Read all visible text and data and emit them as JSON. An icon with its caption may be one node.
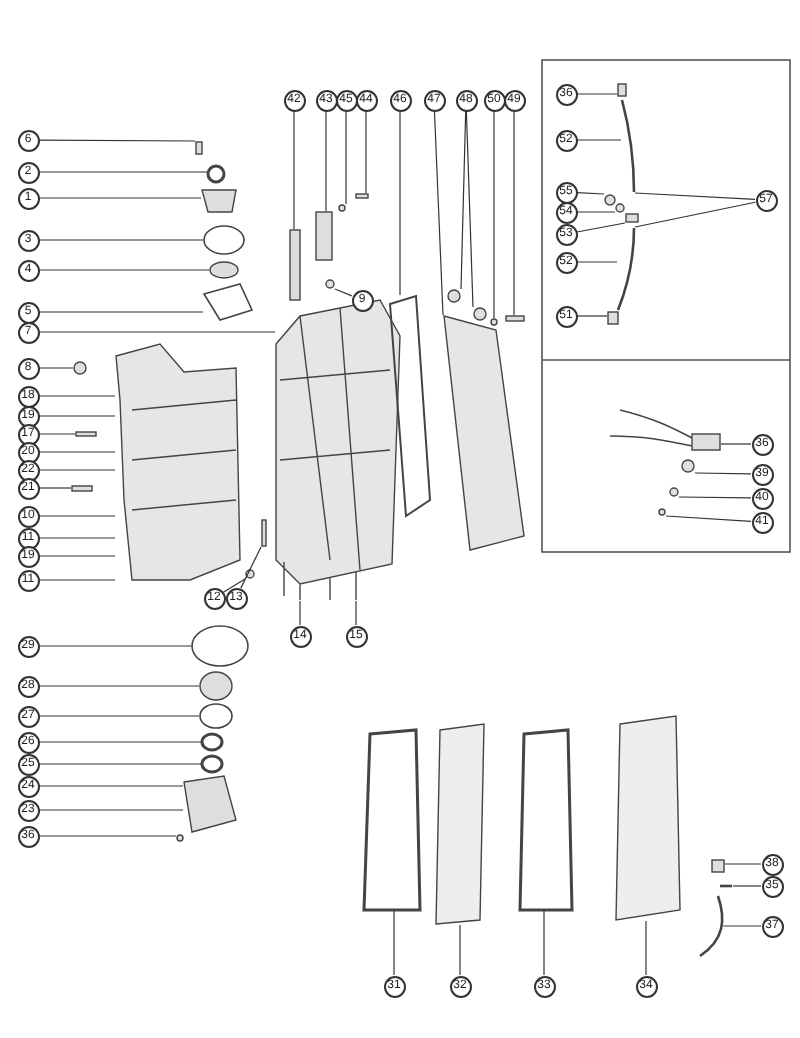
{
  "diagram": {
    "nodes": [
      {
        "text": [
          "6"
        ]
      },
      {
        "text": [
          "2"
        ]
      },
      {
        "text": [
          "1"
        ]
      },
      {
        "text": [
          "3"
        ]
      },
      {
        "text": [
          "4"
        ]
      },
      {
        "text": [
          "5"
        ]
      },
      {
        "text": [
          "7"
        ]
      },
      {
        "text": [
          "8"
        ]
      },
      {
        "text": [
          "18"
        ]
      },
      {
        "text": [
          "19"
        ]
      },
      {
        "text": [
          "17"
        ]
      },
      {
        "text": [
          "20"
        ]
      },
      {
        "text": [
          "22"
        ]
      },
      {
        "text": [
          "21"
        ]
      },
      {
        "text": [
          "10"
        ]
      },
      {
        "text": [
          "11"
        ]
      },
      {
        "text": [
          "19"
        ]
      },
      {
        "text": [
          "11"
        ]
      },
      {
        "text": [
          "12"
        ]
      },
      {
        "text": [
          "13"
        ]
      },
      {
        "text": [
          "14"
        ]
      },
      {
        "text": [
          "15"
        ]
      },
      {
        "text": [
          "42"
        ]
      },
      {
        "text": [
          "43"
        ]
      },
      {
        "text": [
          "45"
        ]
      },
      {
        "text": [
          "44"
        ]
      },
      {
        "text": [
          "46"
        ]
      },
      {
        "text": [
          "47"
        ]
      },
      {
        "text": [
          "48"
        ]
      },
      {
        "text": [
          "50"
        ]
      },
      {
        "text": [
          "49"
        ]
      },
      {
        "text": [
          "9"
        ]
      },
      {
        "text": [
          "29"
        ]
      },
      {
        "text": [
          "28"
        ]
      },
      {
        "text": [
          "27"
        ]
      },
      {
        "text": [
          "26"
        ]
      },
      {
        "text": [
          "25"
        ]
      },
      {
        "text": [
          "24"
        ]
      },
      {
        "text": [
          "23"
        ]
      },
      {
        "text": [
          "36"
        ]
      },
      {
        "text": [
          "31"
        ]
      },
      {
        "text": [
          "32"
        ]
      },
      {
        "text": [
          "33"
        ]
      },
      {
        "text": [
          "34"
        ]
      },
      {
        "text": [
          "38"
        ]
      },
      {
        "text": [
          "35"
        ]
      },
      {
        "text": [
          "37"
        ]
      },
      {
        "text": [
          "36"
        ]
      },
      {
        "text": [
          "52"
        ]
      },
      {
        "text": [
          "55"
        ]
      },
      {
        "text": [
          "54"
        ]
      },
      {
        "text": [
          "53"
        ]
      },
      {
        "text": [
          "52"
        ]
      },
      {
        "text": [
          "51"
        ]
      },
      {
        "text": [
          "57"
        ]
      },
      {
        "text": [
          "36"
        ]
      },
      {
        "text": [
          "39"
        ]
      },
      {
        "text": [
          "40"
        ]
      },
      {
        "text": [
          "41"
        ]
      },
      {
        "text": [],
        "shape": "box"
      },
      {
        "text": [],
        "shape": "circle"
      },
      {
        "text": [],
        "shape": "box"
      },
      {
        "text": [],
        "shape": "ellipse"
      },
      {
        "text": [],
        "shape": "ellipse"
      },
      {
        "text": [],
        "shape": "box"
      },
      {
        "text": [],
        "shape": "picture"
      },
      {
        "text": [],
        "shape": "circle"
      },
      {
        "text": [],
        "shape": "picture"
      },
      {
        "text": [],
        "shape": "box"
      },
      {
        "text": [],
        "shape": "box"
      },
      {
        "text": [],
        "shape": "circle"
      },
      {
        "text": [],
        "shape": "box"
      },
      {
        "text": [],
        "shape": "box"
      },
      {
        "text": [],
        "shape": "box"
      },
      {
        "text": [],
        "shape": "circle"
      },
      {
        "text": [],
        "shape": "box"
      },
      {
        "text": [],
        "shape": "box"
      },
      {
        "text": [],
        "shape": "box"
      },
      {
        "text": [],
        "shape": "circle"
      },
      {
        "text": [],
        "shape": "circle"
      },
      {
        "text": [],
        "shape": "circle"
      },
      {
        "text": [],
        "shape": "box"
      },
      {
        "text": [],
        "shape": "circle"
      },
      {
        "text": [],
        "shape": "ellipse"
      },
      {
        "text": [],
        "shape": "ellipse"
      },
      {
        "text": [],
        "shape": "ellipse"
      },
      {
        "text": [],
        "shape": "ellipse"
      },
      {
        "text": [],
        "shape": "ellipse"
      },
      {
        "text": [],
        "shape": "box"
      },
      {
        "text": [],
        "shape": "circle"
      },
      {
        "text": [],
        "shape": "box"
      },
      {
        "text": [],
        "shape": "box"
      },
      {
        "text": [],
        "shape": "box"
      },
      {
        "text": [],
        "shape": "box"
      },
      {
        "text": [],
        "shape": "box"
      },
      {
        "text": [],
        "shape": "line"
      },
      {
        "text": [],
        "shape": "line"
      },
      {
        "text": [],
        "shape": "box"
      },
      {
        "text": [],
        "shape": "line"
      },
      {
        "text": [],
        "shape": "circle"
      },
      {
        "text": [],
        "shape": "circle"
      },
      {
        "text": [],
        "shape": "box"
      },
      {
        "text": [],
        "shape": "line"
      },
      {
        "text": [],
        "shape": "box"
      },
      {
        "text": [],
        "shape": "box"
      },
      {
        "text": [],
        "shape": "circle"
      },
      {
        "text": [],
        "shape": "circle"
      },
      {
        "text": [],
        "shape": "circle"
      }
    ],
    "edges": [
      {
        "from": 0,
        "to": 59,
        "arrow": "none"
      },
      {
        "from": 1,
        "to": 60,
        "arrow": "none"
      },
      {
        "from": 2,
        "to": 61,
        "arrow": "none"
      },
      {
        "from": 3,
        "to": 62,
        "arrow": "none"
      },
      {
        "from": 4,
        "to": 63,
        "arrow": "none"
      },
      {
        "from": 5,
        "to": 64,
        "arrow": "none"
      },
      {
        "from": 6,
        "to": 67,
        "arrow": "none"
      },
      {
        "from": 7,
        "to": 66,
        "arrow": "none"
      },
      {
        "from": 8,
        "to": 65,
        "arrow": "none"
      },
      {
        "from": 9,
        "to": 65,
        "arrow": "none"
      },
      {
        "from": 10,
        "to": 68,
        "arrow": "none"
      },
      {
        "from": 11,
        "to": 65,
        "arrow": "none"
      },
      {
        "from": 12,
        "to": 65,
        "arrow": "none"
      },
      {
        "from": 13,
        "to": 69,
        "arrow": "none"
      },
      {
        "from": 14,
        "to": 65,
        "arrow": "none"
      },
      {
        "from": 15,
        "to": 65,
        "arrow": "none"
      },
      {
        "from": 16,
        "to": 65,
        "arrow": "none"
      },
      {
        "from": 17,
        "to": 65,
        "arrow": "none"
      },
      {
        "from": 18,
        "to": 70,
        "arrow": "none"
      },
      {
        "from": 19,
        "to": 71,
        "arrow": "none"
      },
      {
        "from": 20,
        "to": 67,
        "arrow": "none"
      },
      {
        "from": 21,
        "to": 67,
        "arrow": "none"
      },
      {
        "from": 22,
        "to": 72,
        "arrow": "none"
      },
      {
        "from": 23,
        "to": 73,
        "arrow": "none"
      },
      {
        "from": 24,
        "to": 74,
        "arrow": "none"
      },
      {
        "from": 25,
        "to": 75,
        "arrow": "none"
      },
      {
        "from": 26,
        "to": 76,
        "arrow": "none"
      },
      {
        "from": 27,
        "to": 77,
        "arrow": "none"
      },
      {
        "from": 28,
        "to": 78,
        "arrow": "none"
      },
      {
        "from": 28,
        "to": 79,
        "arrow": "none"
      },
      {
        "from": 29,
        "to": 80,
        "arrow": "none"
      },
      {
        "from": 30,
        "to": 81,
        "arrow": "none"
      },
      {
        "from": 31,
        "to": 82,
        "arrow": "none"
      },
      {
        "from": 32,
        "to": 83,
        "arrow": "none"
      },
      {
        "from": 33,
        "to": 84,
        "arrow": "none"
      },
      {
        "from": 34,
        "to": 85,
        "arrow": "none"
      },
      {
        "from": 35,
        "to": 86,
        "arrow": "none"
      },
      {
        "from": 36,
        "to": 87,
        "arrow": "none"
      },
      {
        "from": 37,
        "to": 88,
        "arrow": "none"
      },
      {
        "from": 38,
        "to": 88,
        "arrow": "none"
      },
      {
        "from": 39,
        "to": 89,
        "arrow": "none"
      },
      {
        "from": 40,
        "to": 90,
        "arrow": "none"
      },
      {
        "from": 41,
        "to": 91,
        "arrow": "none"
      },
      {
        "from": 42,
        "to": 92,
        "arrow": "none"
      },
      {
        "from": 43,
        "to": 93,
        "arrow": "none"
      },
      {
        "from": 44,
        "to": 94,
        "arrow": "none"
      },
      {
        "from": 45,
        "to": 95,
        "arrow": "none"
      },
      {
        "from": 46,
        "to": 96,
        "arrow": "none"
      },
      {
        "from": 47,
        "to": 97,
        "arrow": "none"
      },
      {
        "from": 48,
        "to": 98,
        "arrow": "none"
      },
      {
        "from": 49,
        "to": 99,
        "arrow": "none"
      },
      {
        "from": 50,
        "to": 100,
        "arrow": "none"
      },
      {
        "from": 51,
        "to": 101,
        "arrow": "none"
      },
      {
        "from": 52,
        "to": 102,
        "arrow": "none"
      },
      {
        "from": 53,
        "to": 103,
        "arrow": "none"
      },
      {
        "from": 54,
        "to": 98,
        "arrow": "none"
      },
      {
        "from": 54,
        "to": 102,
        "arrow": "none"
      },
      {
        "from": 55,
        "to": 104,
        "arrow": "none"
      },
      {
        "from": 56,
        "to": 105,
        "arrow": "none"
      },
      {
        "from": 57,
        "to": 106,
        "arrow": "none"
      },
      {
        "from": 58,
        "to": 107,
        "arrow": "none"
      }
    ]
  }
}
